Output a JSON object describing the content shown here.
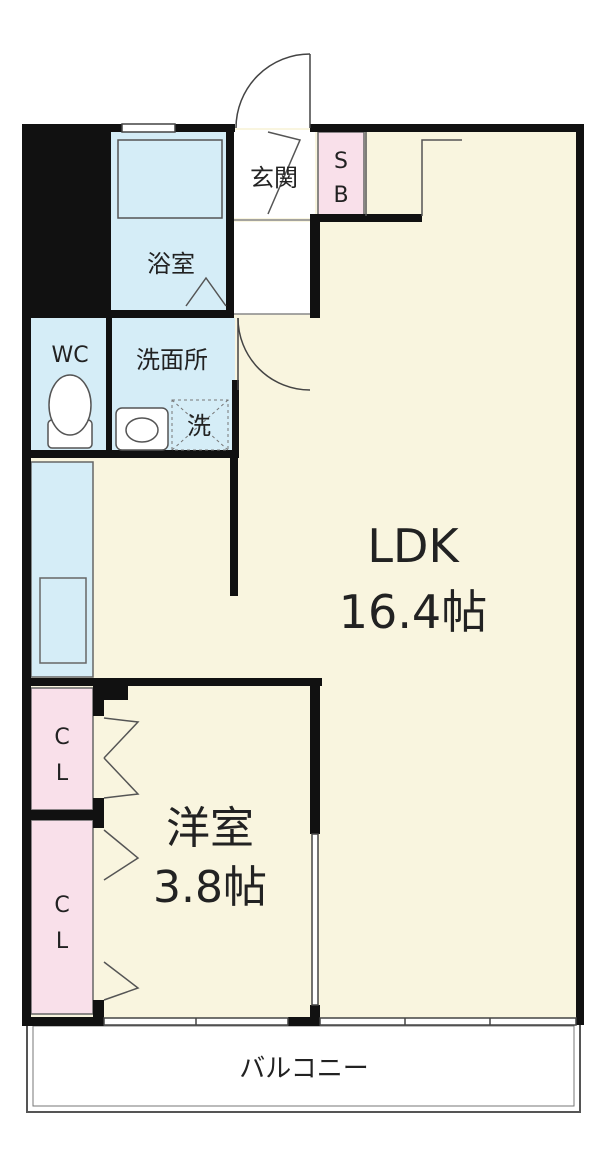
{
  "colors": {
    "ldk_floor": "#f9f5df",
    "wet_area": "#d5edf7",
    "closet": "#f9e0ea",
    "wall": "#111111",
    "balcony": "#ffffff"
  },
  "rooms": {
    "ldk": {
      "name": "LDK",
      "size": "16.4帖"
    },
    "western": {
      "name": "洋室",
      "size": "3.8帖"
    },
    "bath": {
      "name": "浴室"
    },
    "washroom": {
      "name": "洗面所"
    },
    "toilet": {
      "name": "WC"
    },
    "entrance": {
      "name": "玄関"
    },
    "shoe_box_top": "S",
    "shoe_box_bottom": "B",
    "closet_1_top": "C",
    "closet_1_bottom": "L",
    "closet_2_top": "C",
    "closet_2_bottom": "L",
    "washer": "洗",
    "balcony": "バルコニー"
  }
}
